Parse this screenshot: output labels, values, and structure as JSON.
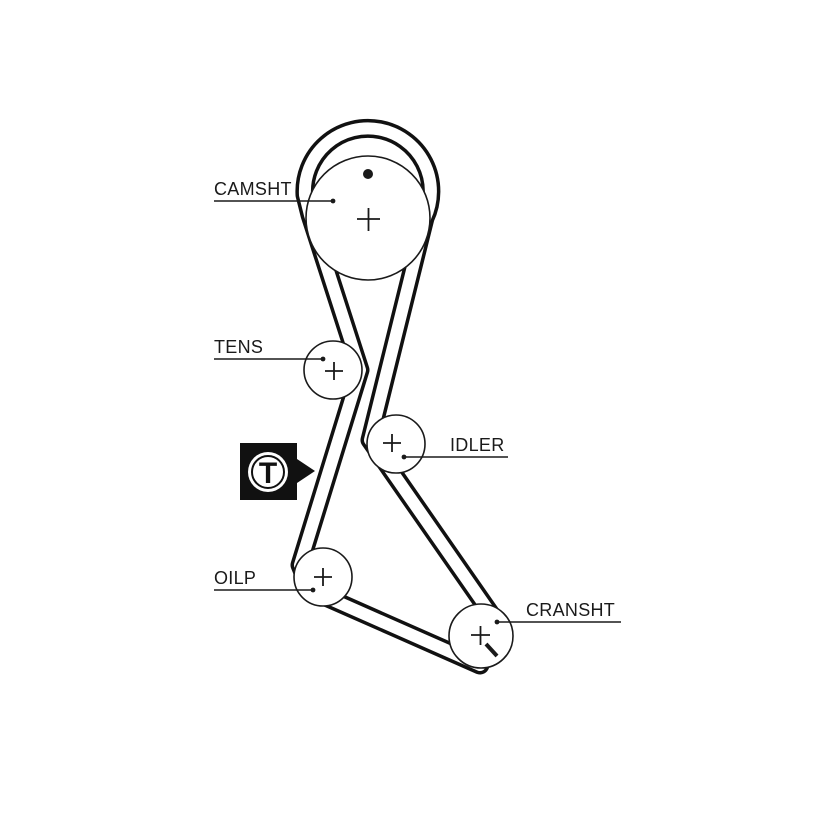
{
  "labels": {
    "camshaft": "CAMSHT",
    "tensioner": "TENS",
    "idler": "IDLER",
    "oil_pump": "OILP",
    "crankshaft": "CRANSHT"
  },
  "badge": {
    "letter": "T"
  },
  "colors": {
    "belt": "#111111",
    "line": "#1a1a1a",
    "background": "#ffffff"
  }
}
